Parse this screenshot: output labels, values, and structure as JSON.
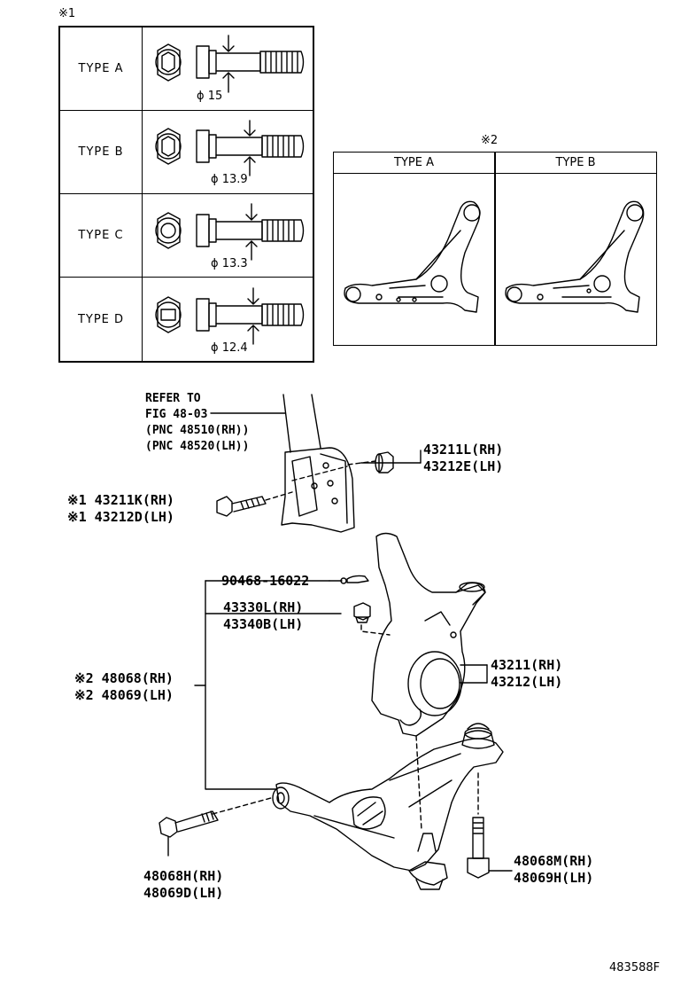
{
  "note1_mark": "※1",
  "note2_mark": "※2",
  "bolt_types": [
    {
      "label": "TYPE  A",
      "diameter": "15"
    },
    {
      "label": "TYPE  B",
      "diameter": "13.9"
    },
    {
      "label": "TYPE  C",
      "diameter": "13.3"
    },
    {
      "label": "TYPE  D",
      "diameter": "12.4"
    }
  ],
  "arm_types": [
    "TYPE A",
    "TYPE B"
  ],
  "phi": "ϕ",
  "refer": [
    "REFER TO",
    "FIG 48-03",
    "(PNC 48510(RH))",
    "(PNC 48520(LH))"
  ],
  "parts": {
    "p43211L": [
      "43211L(RH)",
      "43212E(LH)"
    ],
    "p43211K": [
      "※1 43211K(RH)",
      "※1 43212D(LH)"
    ],
    "p90468": "90468-16022",
    "p43330L": [
      "43330L(RH)",
      "43340B(LH)"
    ],
    "p48068": [
      "※2 48068(RH)",
      "※2 48069(LH)"
    ],
    "p43211": [
      "43211(RH)",
      "43212(LH)"
    ],
    "p48068H": [
      "48068H(RH)",
      "48069D(LH)"
    ],
    "p48068M": [
      "48068M(RH)",
      "48069H(LH)"
    ]
  },
  "figure_id": "483588F"
}
